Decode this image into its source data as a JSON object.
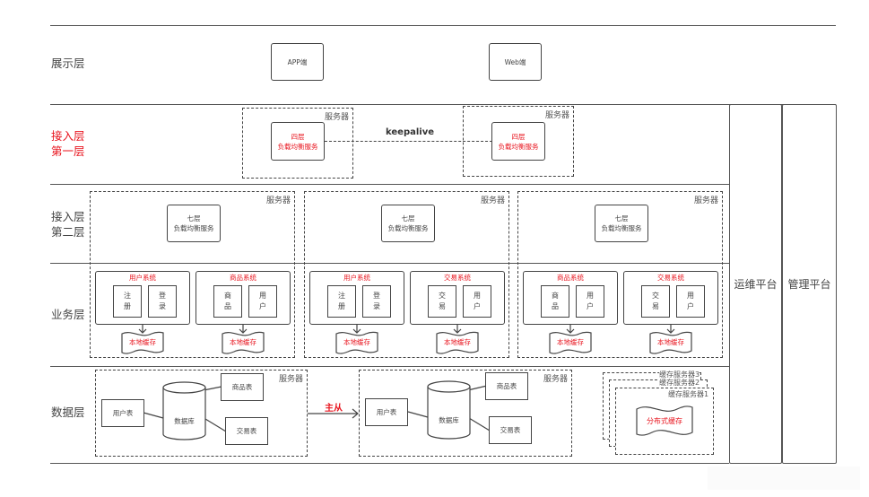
{
  "layers": {
    "presentation": "展示层",
    "access1": "接入层\n第一层",
    "access2": "接入层\n第二层",
    "business": "业务层",
    "data": "数据层"
  },
  "presentation": {
    "clients": [
      "APP端",
      "Web端"
    ]
  },
  "access1": {
    "server_label": "服务器",
    "lb4_label": "四层\n负载均衡服务",
    "link_label": "keepalive"
  },
  "access2": {
    "server_label": "服务器",
    "lb7_label": "七层\n负载均衡服务"
  },
  "business": {
    "clusters": [
      {
        "systems": [
          {
            "title": "用户系统",
            "modules": [
              "注\n册",
              "登\n录"
            ],
            "cache": "本地缓存"
          },
          {
            "title": "商品系统",
            "modules": [
              "商\n品",
              "用\n户"
            ],
            "cache": "本地缓存"
          }
        ]
      },
      {
        "systems": [
          {
            "title": "用户系统",
            "modules": [
              "注\n册",
              "登\n录"
            ],
            "cache": "本地缓存"
          },
          {
            "title": "交易系统",
            "modules": [
              "交\n易",
              "用\n户"
            ],
            "cache": "本地缓存"
          }
        ]
      },
      {
        "systems": [
          {
            "title": "商品系统",
            "modules": [
              "商\n品",
              "用\n户"
            ],
            "cache": "本地缓存"
          },
          {
            "title": "交易系统",
            "modules": [
              "交\n易",
              "用\n户"
            ],
            "cache": "本地缓存"
          }
        ]
      }
    ]
  },
  "data": {
    "server_label": "服务器",
    "db_label": "数据库",
    "tables": {
      "user": "用户表",
      "product": "商品表",
      "trade": "交易表"
    },
    "replication_label": "主从",
    "cache_servers": [
      "缓存服务器3",
      "缓存服务器2",
      "缓存服务器1"
    ],
    "distributed_cache": "分布式缓存"
  },
  "platforms": [
    "运维平台",
    "管理平台"
  ],
  "colors": {
    "accent_red": "#e8141e",
    "line": "#444444"
  }
}
